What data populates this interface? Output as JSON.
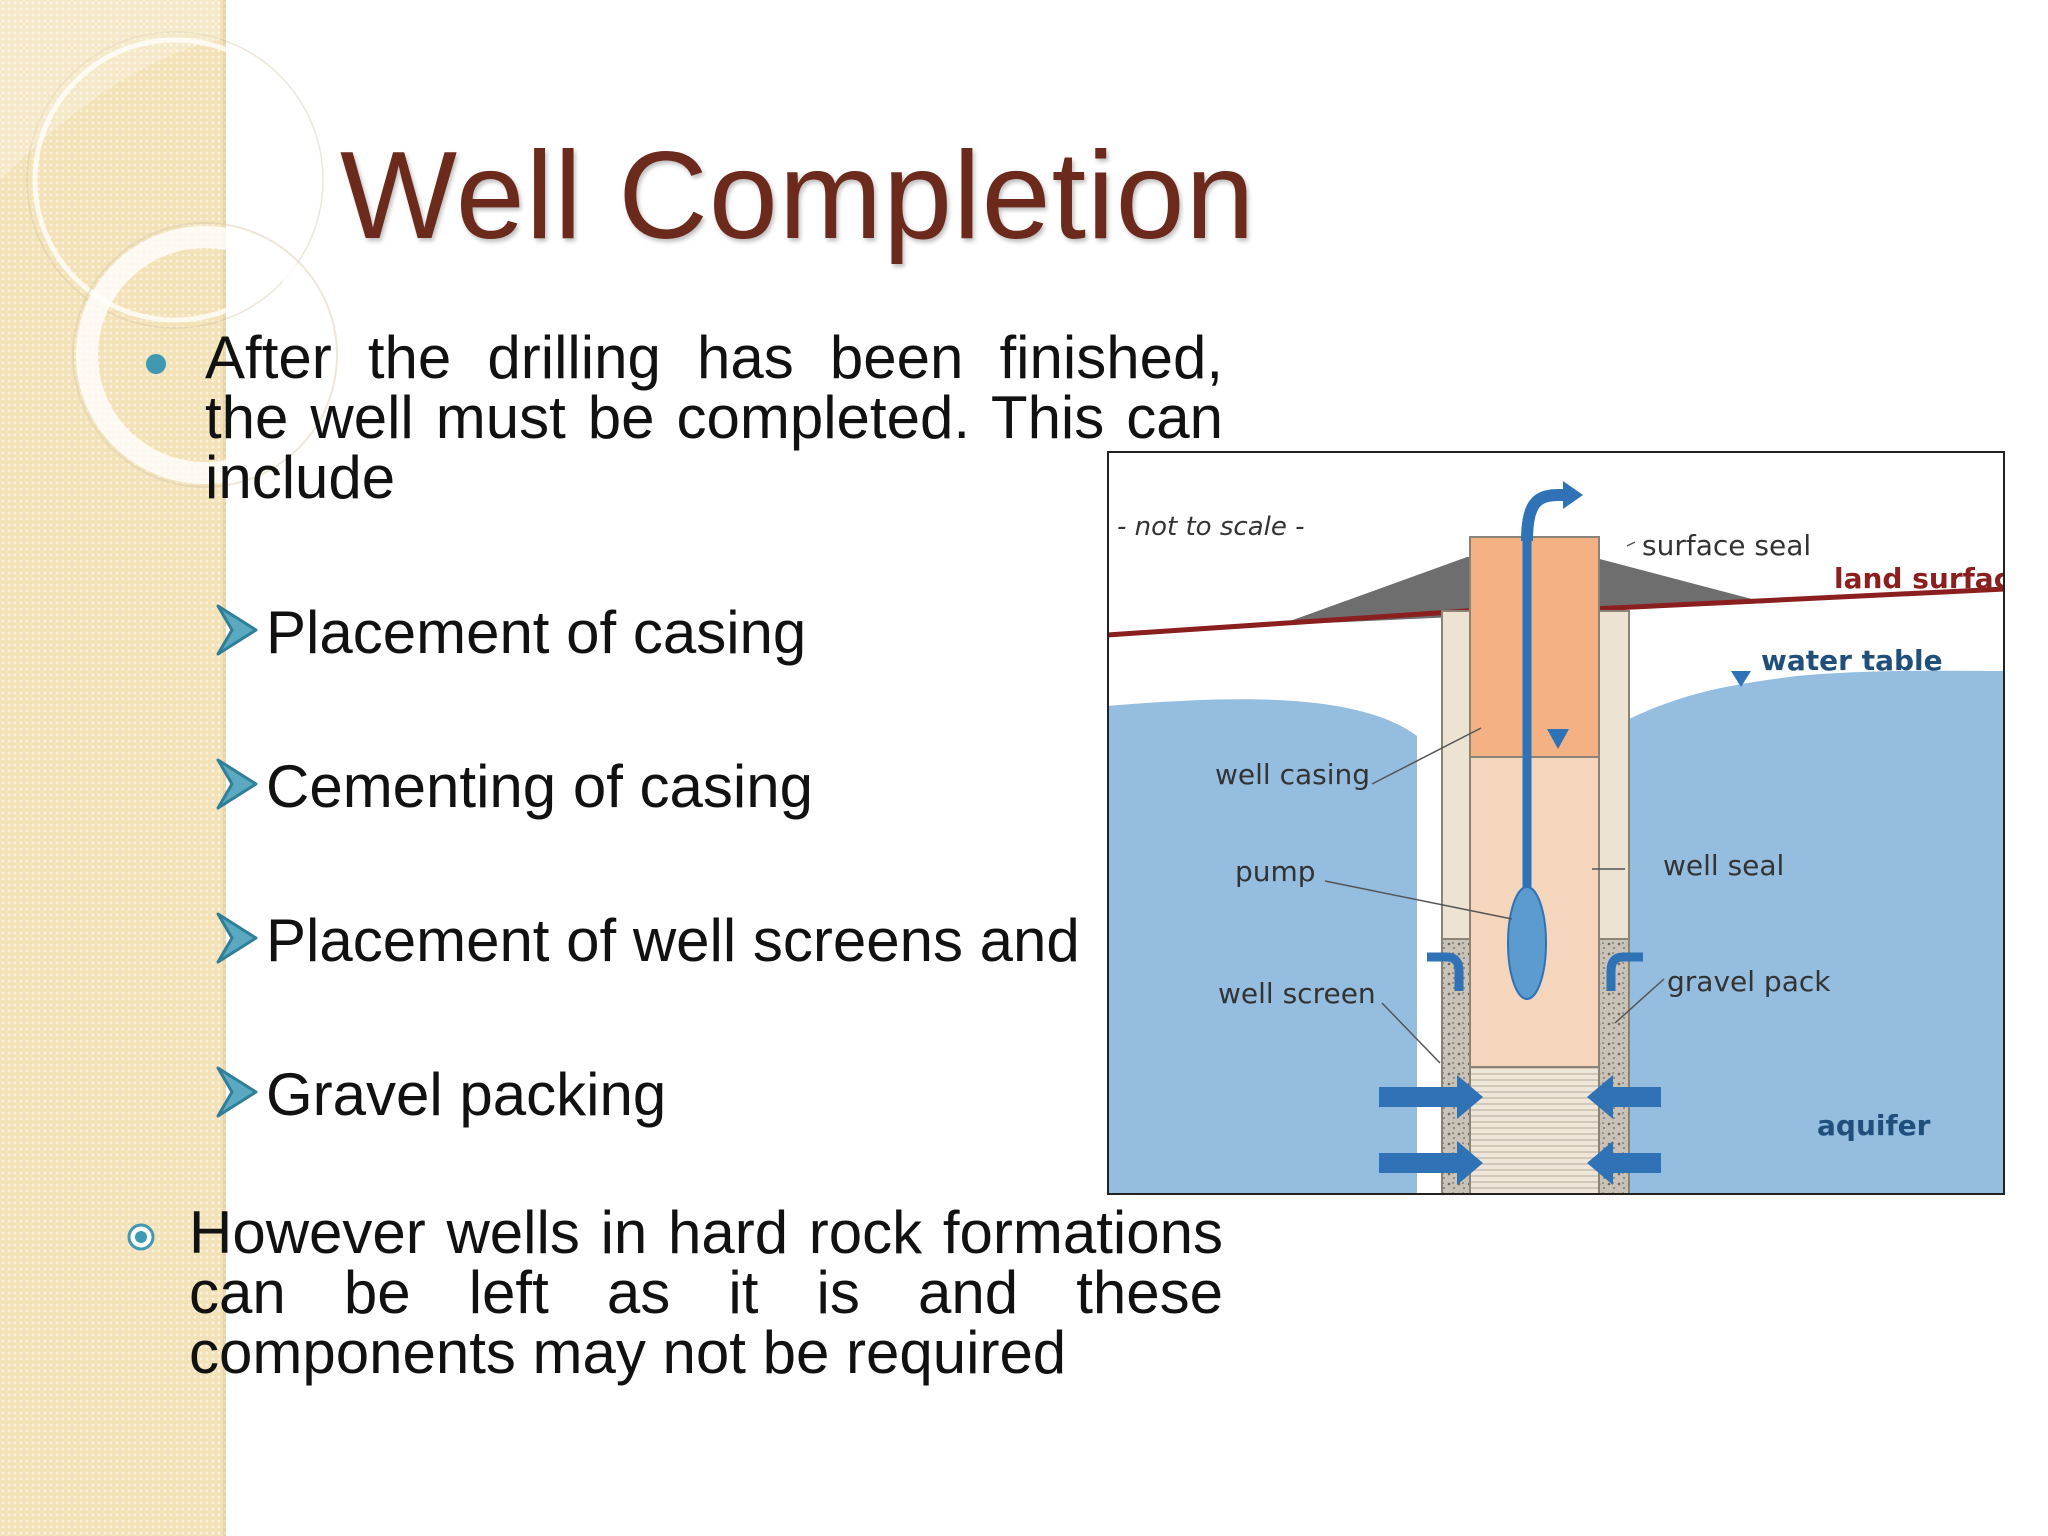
{
  "slide": {
    "title": "Well Completion",
    "bullets": [
      {
        "text": "After the drilling has been finished, the well must be completed. This can include",
        "icon": "round-dot-bullet",
        "sub_items": [
          "Placement of casing",
          "Cementing of casing",
          "Placement of well screens and",
          "Gravel packing"
        ]
      },
      {
        "text": "However wells in hard rock formations can be left as it is and these components may not be required",
        "icon": "ring-dot-bullet"
      }
    ],
    "sub_bullet_icon": "arrow-bullet-icon"
  },
  "diagram": {
    "labels": {
      "note": "- not to scale -",
      "surface_seal": "surface seal",
      "land_surface": "land surface",
      "water_table": "water table",
      "well_casing": "well casing",
      "pump": "pump",
      "well_seal": "well seal",
      "well_screen": "well screen",
      "gravel_pack": "gravel pack",
      "aquifer": "aquifer"
    }
  },
  "colors": {
    "title": "#6b2a1c",
    "sidebar": "#f3e2b8",
    "accent": "#3f99b1",
    "water": "#94bde0",
    "casing_fill": "#f4b183",
    "land_line": "#8b1e1e",
    "flow_arrows": "#2f73b6"
  }
}
